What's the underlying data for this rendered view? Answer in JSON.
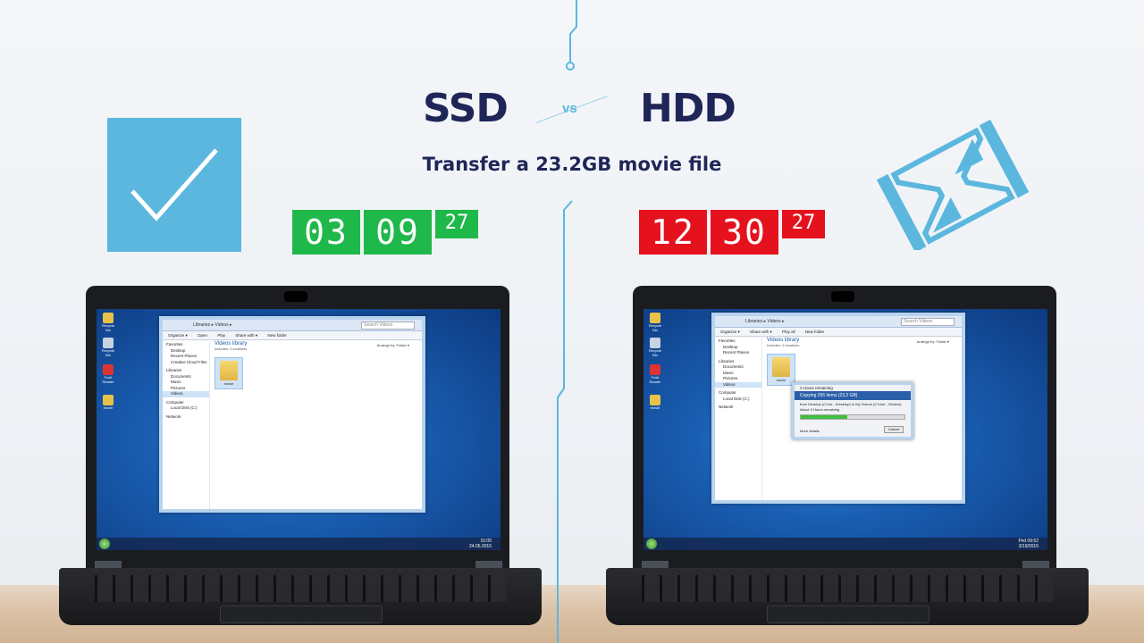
{
  "header": {
    "left": "SSD",
    "vs": "vs",
    "right": "HDD",
    "subtitle": "Transfer a 23.2GB movie file"
  },
  "colors": {
    "accent": "#5bb7de",
    "navy": "#1f2657",
    "ssd_timer": "#1fb84a",
    "hdd_timer": "#e5121e"
  },
  "ssd": {
    "timer": {
      "minutes": "03",
      "seconds": "09",
      "frames": "27"
    },
    "icon": "checkmark-icon",
    "explorer": {
      "address": "Libraries ▸ Videos ▸",
      "search": "Search Videos",
      "toolbar": [
        "Organize ▾",
        "Open",
        "Play",
        "Share with ▾",
        "New folder"
      ],
      "nav": [
        "Favorites",
        "Desktop",
        "Recent Places",
        "Creative Cloud Files",
        "Libraries",
        "Documents",
        "Music",
        "Pictures",
        "Videos",
        "Computer",
        "Local Disk (C:)",
        "Network"
      ],
      "title": "Videos library",
      "includes": "Includes: 2 locations",
      "arrange": "Arrange by:  Folder ▾",
      "folder": "movie"
    },
    "clock": {
      "time": "15:05",
      "date": "24.05.2015"
    }
  },
  "hdd": {
    "timer": {
      "minutes": "12",
      "seconds": "30",
      "frames": "27"
    },
    "icon": "hourglass-icon",
    "explorer": {
      "address": "Libraries ▸ Videos ▸",
      "search": "Search Videos",
      "toolbar": [
        "Organize ▾",
        "Share with ▾",
        "Play all",
        "New folder"
      ],
      "nav": [
        "Favorites",
        "Desktop",
        "Recent Places",
        "Libraries",
        "Documents",
        "Music",
        "Pictures",
        "Videos",
        "Computer",
        "Local Disk (C:)",
        "Network"
      ],
      "title": "Videos library",
      "includes": "Includes: 2 locations",
      "arrange": "Arrange by:  Folder ▾",
      "folder": "movie"
    },
    "dialog": {
      "window_title": "3 Hours remaining",
      "heading": "Copying 256 items (23.2 GB)",
      "from": "from Desktop (C:\\Us...\\Desktop)  to My Videos (C:\\Use...\\Videos)",
      "remaining": "About 3 Hours remaining",
      "more": "More details",
      "cancel": "Cancel",
      "progress": 0.45
    },
    "clock": {
      "time": "Fhd 09:52",
      "date": "3/19/2015"
    }
  },
  "desktop_icons": [
    "Recycle Bin",
    "Foxit Reader",
    "Creative Cloud",
    "movie"
  ]
}
